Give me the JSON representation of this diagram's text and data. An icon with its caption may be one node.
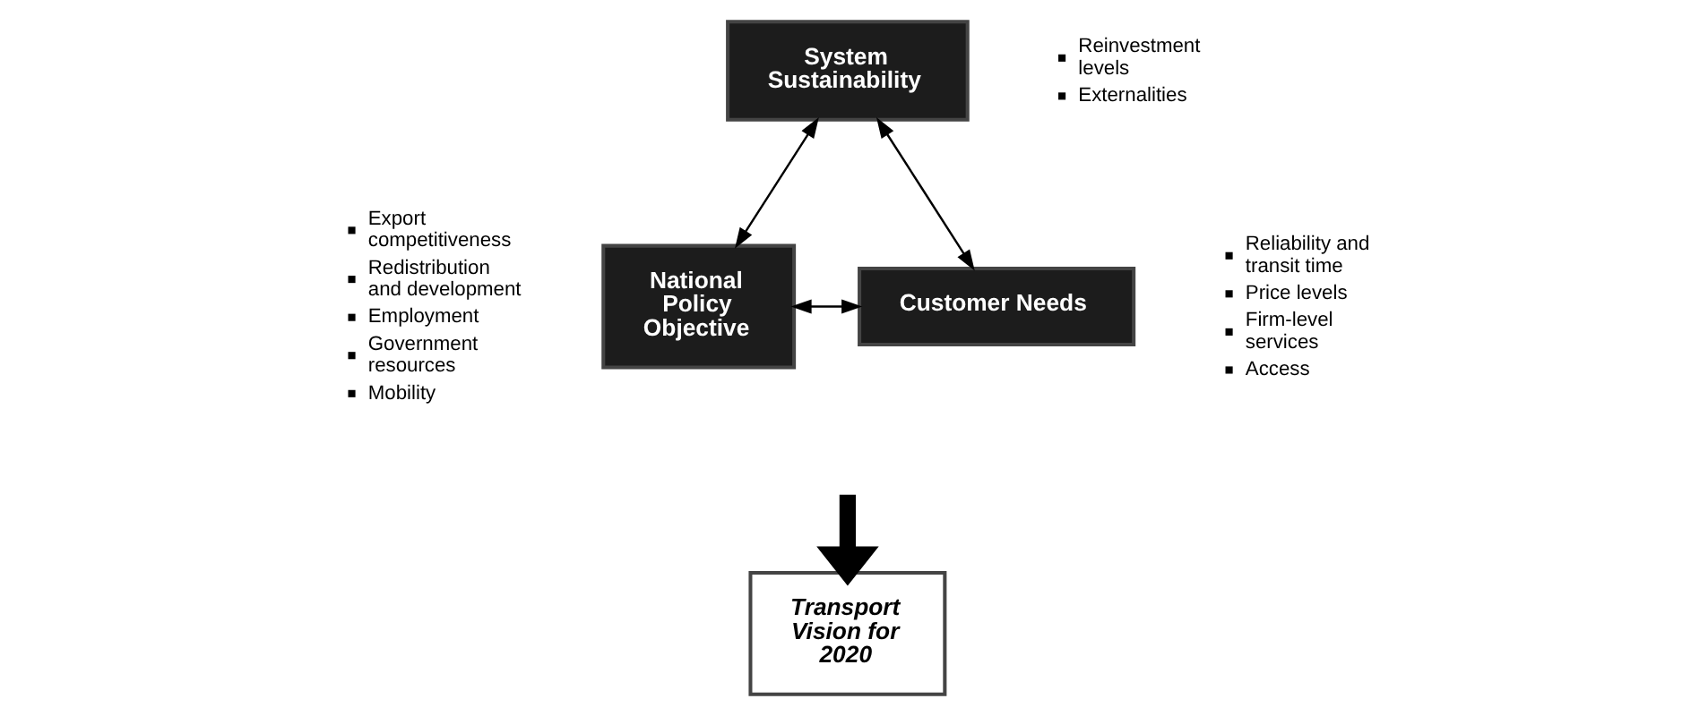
{
  "diagram": {
    "nodes": [
      {
        "text": [
          "System Sustainability"
        ],
        "beside": [
          "Reinvestment levels",
          "Externalities"
        ]
      },
      {
        "text": [
          "National Policy Objective"
        ],
        "beside": [
          "Export competitiveness",
          "Redistribution and development",
          "Employment",
          "Government resources",
          "Mobility"
        ]
      },
      {
        "text": [
          "Customer Needs"
        ],
        "beside": [
          "Reliability and transit time",
          "Price levels",
          "Firm-level services",
          "Access"
        ]
      },
      {
        "text": [
          "Transport Vision for 2020"
        ]
      }
    ],
    "edges": [
      {
        "from": 0,
        "to": 1,
        "arrow": "both"
      },
      {
        "from": 0,
        "to": 2,
        "arrow": "both"
      },
      {
        "from": 1,
        "to": 2,
        "arrow": "both"
      },
      {
        "from": null,
        "to": 3,
        "arrow": "to",
        "style": "thick"
      }
    ]
  }
}
